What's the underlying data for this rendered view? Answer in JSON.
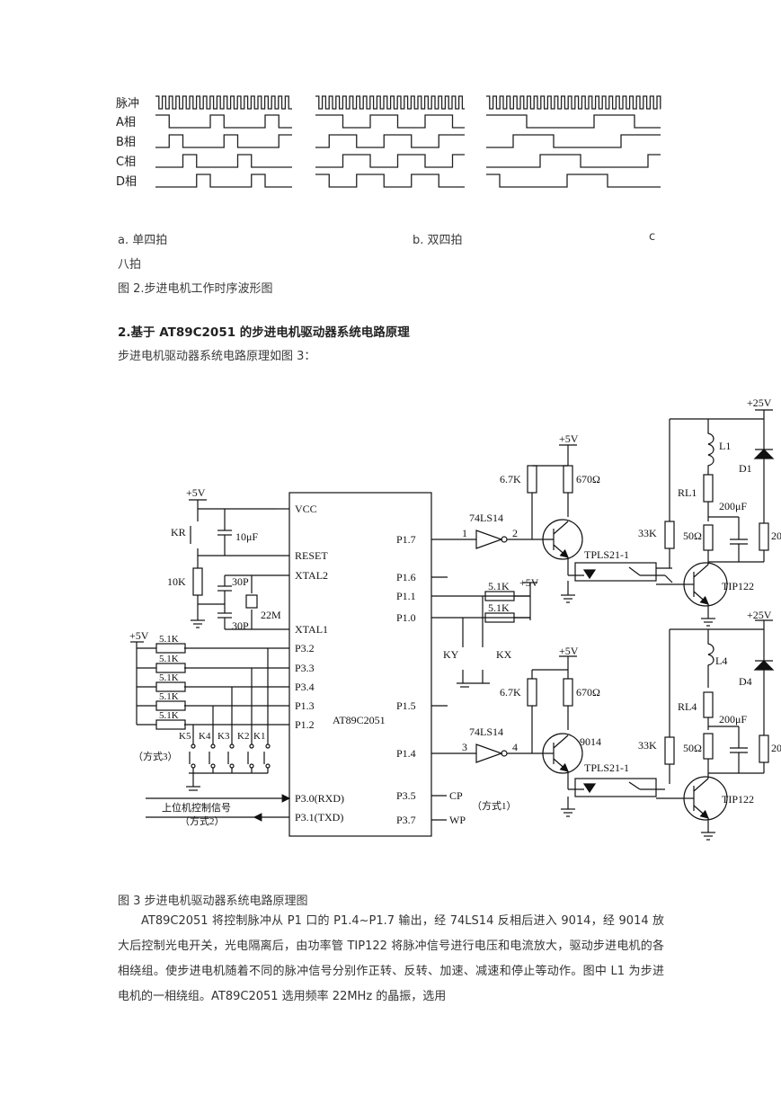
{
  "waveform": {
    "row_labels": [
      "脉冲",
      "A相",
      "B相",
      "C相",
      "D相"
    ],
    "captions": [
      "a.  单四拍",
      "b.  双四拍",
      "c"
    ],
    "caption_wrap": "八拍",
    "figure_title": "图 2.步进电机工作时序波形图"
  },
  "section": {
    "heading_num": "2.",
    "heading_text": "基于 AT89C2051 的步进电机驱动器系统电路原理",
    "intro": "步进电机驱动器系统电路原理如图 3："
  },
  "schematic": {
    "mcu": {
      "name": "AT89C2051",
      "left_pins": [
        "VCC",
        "RESET",
        "XTAL2",
        "XTAL1",
        "P3.2",
        "P3.3",
        "P3.4",
        "P1.3",
        "P1.2",
        "P3.0(RXD)",
        "P3.1(TXD)"
      ],
      "right_pins": [
        "P1.7",
        "P1.6",
        "P1.1",
        "P1.0",
        "P1.5",
        "P1.4",
        "P3.5",
        "P3.7"
      ]
    },
    "supply_5v": "+5V",
    "supply_25v": "+25V",
    "parts": {
      "kr": "KR",
      "cap10": "10μF",
      "r10k": "10K",
      "c30p_a": "30P",
      "c30p_b": "30P",
      "xtal": "22M",
      "r51k": "5.1K",
      "ky": "KY",
      "kx": "KX",
      "keys": [
        "K5",
        "K4",
        "K3",
        "K2",
        "K1"
      ],
      "mode3": "（方式3）",
      "mode2": "（方式2）",
      "mode1": "（方式1）",
      "host_signal": "上位机控制信号",
      "inv": "74LS14",
      "r67k": "6.7K",
      "r670": "670Ω",
      "t9014": "9014",
      "opto": "TPLS21-1",
      "r33k": "33K",
      "tip": "TIP122",
      "l1": "L1",
      "l4": "L4",
      "rl1": "RL1",
      "rl4": "RL4",
      "r50": "50Ω",
      "c200": "200μF",
      "d1": "D1",
      "d4": "D4",
      "r20": "20",
      "cp": "CP",
      "wp": "WP",
      "pin1": "1",
      "pin2": "2",
      "pin3": "3",
      "pin4": "4"
    }
  },
  "figure3_caption": "图 3  步进电机驱动器系统电路原理图",
  "paragraph": "AT89C2051 将控制脉冲从 P1 口的 P1.4~P1.7 输出，经 74LS14 反相后进入 9014，经 9014 放大后控制光电开关，光电隔离后，由功率管 TIP122 将脉冲信号进行电压和电流放大，驱动步进电机的各相绕组。使步进电机随着不同的脉冲信号分别作正转、反转、加速、减速和停止等动作。图中 L1 为步进电机的一相绕组。AT89C2051 选用频率 22MHz 的晶振，选用"
}
